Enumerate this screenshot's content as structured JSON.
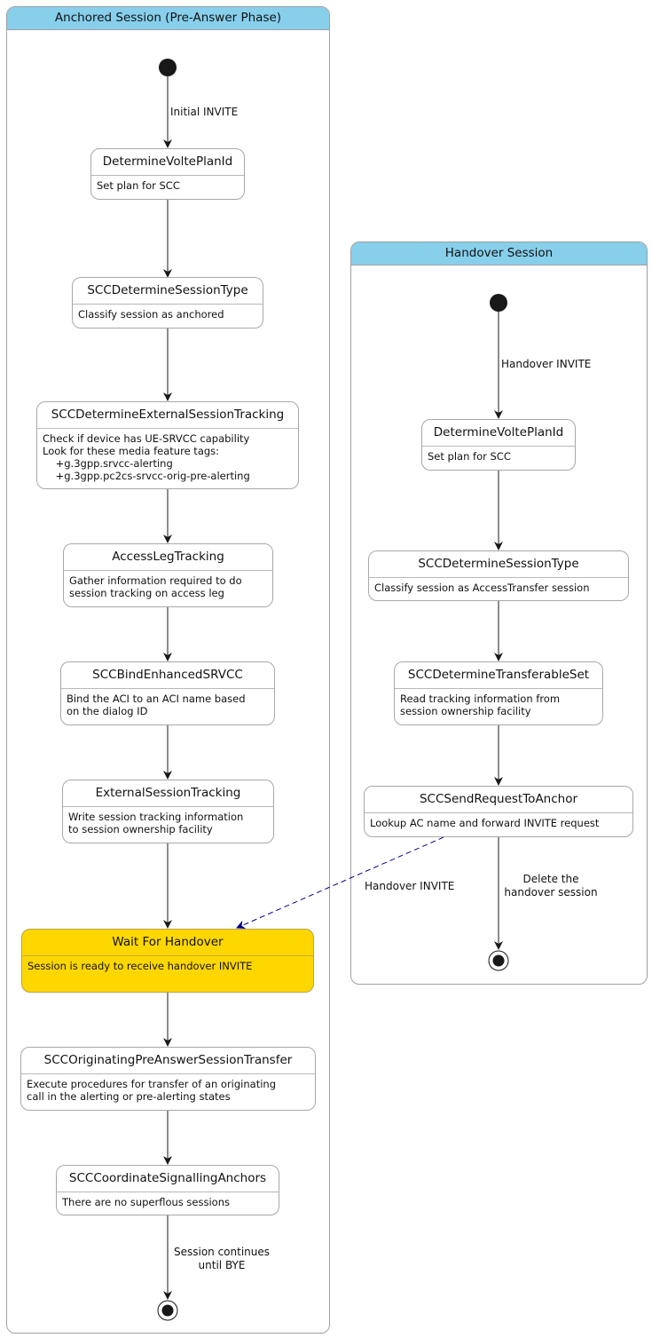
{
  "anchored": {
    "title": "Anchored Session (Pre-Answer Phase)",
    "states": {
      "determine_voltep": {
        "name": "DetermineVoltePlanId",
        "desc": "Set plan for SCC"
      },
      "session_type": {
        "name": "SCCDetermineSessionType",
        "desc": "Classify session as anchored"
      },
      "ext_tracking_det": {
        "name": "SCCDetermineExternalSessionTracking",
        "desc": "Check if device has UE-SRVCC capability\nLook for these media feature tags:\n    +g.3gpp.srvcc-alerting\n    +g.3gpp.pc2cs-srvcc-orig-pre-alerting"
      },
      "access_leg": {
        "name": "AccessLegTracking",
        "desc": "Gather information required to do\nsession tracking on access leg"
      },
      "bind_esrvcc": {
        "name": "SCCBindEnhancedSRVCC",
        "desc": "Bind the ACI to an ACI name based\non the dialog ID"
      },
      "ext_tracking": {
        "name": "ExternalSessionTracking",
        "desc": "Write session tracking information\nto session ownership facility"
      },
      "wait_handover": {
        "name": "Wait For Handover",
        "desc": "Session is ready to receive handover INVITE"
      },
      "orig_transfer": {
        "name": "SCCOriginatingPreAnswerSessionTransfer",
        "desc": "Execute procedures for transfer of an originating\ncall in the alerting or pre-alerting states"
      },
      "coordinate": {
        "name": "SCCCoordinateSignallingAnchors",
        "desc": "There are no superflous sessions"
      }
    },
    "edges": {
      "initial": "Initial INVITE",
      "final": "Session continues\nuntil BYE"
    }
  },
  "handover": {
    "title": "Handover Session",
    "states": {
      "determine_voltep": {
        "name": "DetermineVoltePlanId",
        "desc": "Set plan for SCC"
      },
      "session_type": {
        "name": "SCCDetermineSessionType",
        "desc": "Classify session as AccessTransfer session"
      },
      "transferable_set": {
        "name": "SCCDetermineTransferableSet",
        "desc": "Read tracking information from\nsession ownership facility"
      },
      "send_request": {
        "name": "SCCSendRequestToAnchor",
        "desc": "Lookup AC name and forward INVITE request"
      }
    },
    "edges": {
      "initial": "Handover INVITE",
      "final": "Delete the\nhandover session",
      "cross": "Handover INVITE"
    }
  },
  "colors": {
    "composite_header": "#87cfeb",
    "wait_state": "#ffd700",
    "cross_edge": "#00008b"
  }
}
